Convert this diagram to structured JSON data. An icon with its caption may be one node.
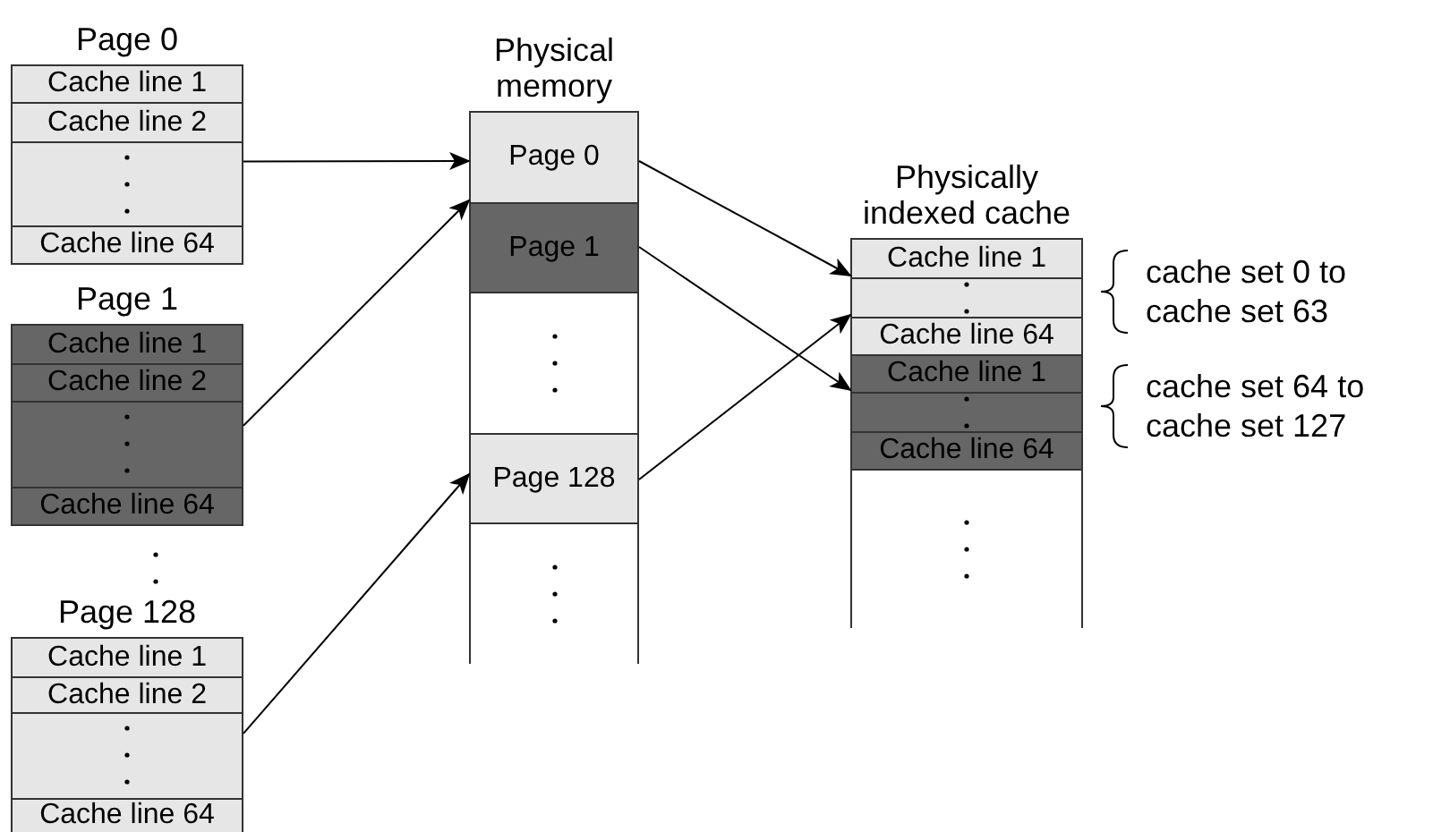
{
  "diagram": {
    "nodes": [
      {
        "text": [
          "Page 0"
        ]
      },
      {
        "text": [
          "Cache line 1"
        ],
        "in": 0
      },
      {
        "text": [
          "Cache line 2"
        ],
        "in": 0
      },
      {
        "text": [],
        "shape": "box",
        "in": 0
      },
      {
        "text": [
          "Cache line 64"
        ],
        "in": 0
      },
      {
        "text": [
          "Page 1"
        ]
      },
      {
        "text": [
          "Cache line 1"
        ],
        "in": 5
      },
      {
        "text": [
          "Cache line 2"
        ],
        "in": 5
      },
      {
        "text": [],
        "shape": "box",
        "in": 5
      },
      {
        "text": [
          "Cache line 64"
        ],
        "in": 5
      },
      {
        "text": [
          "Page 128"
        ]
      },
      {
        "text": [
          "Cache line 1"
        ],
        "in": 10
      },
      {
        "text": [
          "Cache line 2"
        ],
        "in": 10
      },
      {
        "text": [],
        "shape": "box",
        "in": 10
      },
      {
        "text": [
          "Cache line 64"
        ],
        "in": 10
      },
      {
        "text": [
          "Physical memory"
        ]
      },
      {
        "text": [
          "Page 0"
        ],
        "in": 15
      },
      {
        "text": [
          "Page 1"
        ],
        "in": 15
      },
      {
        "text": [],
        "shape": "box",
        "in": 15
      },
      {
        "text": [
          "Page 128"
        ],
        "in": 15
      },
      {
        "text": [],
        "shape": "box",
        "in": 15
      },
      {
        "text": [
          "Physically indexed cache"
        ]
      },
      {
        "text": [
          "Cache line 1"
        ],
        "in": 21
      },
      {
        "text": [],
        "shape": "box",
        "in": 21
      },
      {
        "text": [
          "Cache line 64"
        ],
        "in": 21
      },
      {
        "text": [
          "Cache line 1"
        ],
        "in": 21
      },
      {
        "text": [],
        "shape": "box",
        "in": 21
      },
      {
        "text": [
          "Cache line 64"
        ],
        "in": 21
      },
      {
        "text": [],
        "shape": "box",
        "in": 21
      }
    ],
    "edges": [
      {
        "from": 3,
        "to": 16,
        "arrow": "to"
      },
      {
        "from": 8,
        "to": 17,
        "arrow": "to"
      },
      {
        "from": 13,
        "to": 19,
        "arrow": "to"
      },
      {
        "from": 16,
        "to": 22,
        "arrow": "to"
      },
      {
        "from": 17,
        "to": 25,
        "arrow": "to"
      },
      {
        "from": 19,
        "to": 24,
        "arrow": "to"
      }
    ],
    "labels": [
      "cache set 0 to cache set 63",
      "cache set 64 to cache set 127"
    ]
  }
}
